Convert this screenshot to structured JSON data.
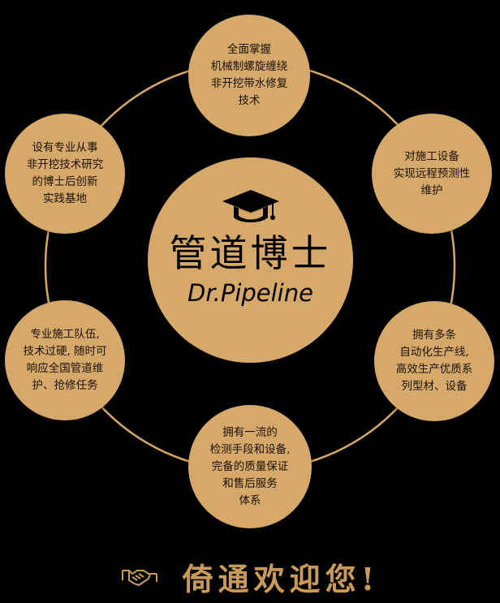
{
  "colors": {
    "background": "#000000",
    "node_fill": "#d6a86a",
    "ring": "#d6a86a",
    "text_dark": "#1a1206",
    "slogan": "#c99a59"
  },
  "center": {
    "icon": "graduation-cap-icon",
    "title": "管道博士",
    "subtitle": "Dr.Pipeline"
  },
  "nodes": [
    {
      "id": "top",
      "lines": [
        "全面掌握",
        "机械制螺旋缠绕",
        "非开挖带水修复",
        "技术"
      ]
    },
    {
      "id": "upper-right",
      "lines": [
        "对施工设备",
        "实现远程预测性",
        "维护"
      ]
    },
    {
      "id": "lower-right",
      "lines": [
        "拥有多条",
        "自动化生产线,",
        "高效生产优质系",
        "列型材、设备"
      ]
    },
    {
      "id": "bottom",
      "lines": [
        "拥有一流的",
        "检测手段和设备,",
        "完备的质量保证",
        "和售后服务",
        "体系"
      ]
    },
    {
      "id": "lower-left",
      "lines": [
        "专业施工队伍,",
        "技术过硬, 随时可",
        "响应全国管道维",
        "护、抢修任务"
      ]
    },
    {
      "id": "upper-left",
      "lines": [
        "设有专业从事",
        "非开挖技术研究",
        "的博士后创新",
        "实践基地"
      ]
    }
  ],
  "footer": {
    "icon": "handshake-icon",
    "slogan": "倚通欢迎您!"
  }
}
